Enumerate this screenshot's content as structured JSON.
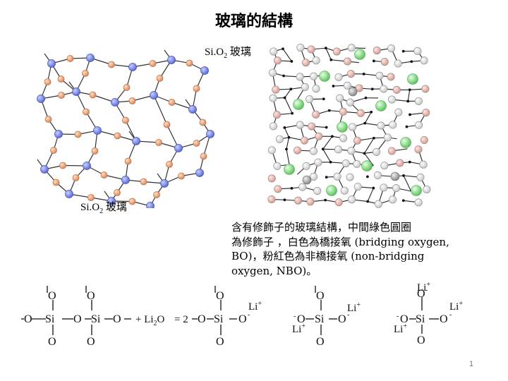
{
  "title": "玻璃的結構",
  "labels": {
    "glass_right": "Si.O",
    "glass_right_sub": "2",
    "glass_right_word": " 玻璃",
    "glass_left": "Si.O",
    "glass_left_sub": "2",
    "glass_left_word": "  玻璃"
  },
  "description": {
    "line1": "含有修飾子的玻璃結構，中間綠色圓圈",
    "line2": "為修飾子 ，白色為橋接氧 (bridging oxygen,",
    "line3": "BO)，粉紅色為非橋接氧 (non-bridging",
    "line4": "oxygen, NBO)。"
  },
  "equation": {
    "O": "O",
    "Si": "Si",
    "Li_plus": "Li",
    "plus_sign": "+",
    "minus_sign": "-",
    "reagent": "+ Li",
    "reagent_sub": "2",
    "reagent_tail": "O",
    "equals": "= 2"
  },
  "page_number": "1",
  "colors": {
    "silicon": "#6f7fe0",
    "bridging_oxygen_left": "#eba57f",
    "bridging_oxygen_right": "#ffffff",
    "non_bridging_oxygen": "#f1b8ae",
    "modifier": "#8fd88f",
    "bond": "#222222"
  }
}
